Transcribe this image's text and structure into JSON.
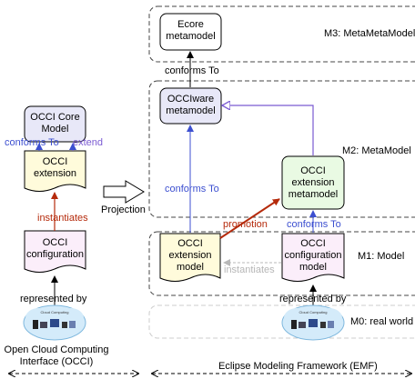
{
  "layers": {
    "m3": "M3: MetaMetaModel",
    "m2": "M2: MetaModel",
    "m1": "M1: Model",
    "m0": "M0: real world"
  },
  "boxes": {
    "ecore": [
      "Ecore",
      "metamodel"
    ],
    "occiware": [
      "OCCIware",
      "metamodel"
    ],
    "ext_meta": [
      "OCCI",
      "extension",
      "metamodel"
    ],
    "core": [
      "OCCI Core",
      "Model"
    ],
    "extension": [
      "OCCI",
      "extension"
    ],
    "configuration": [
      "OCCI",
      "configuration"
    ],
    "ext_model": [
      "OCCI",
      "extension",
      "model"
    ],
    "conf_model": [
      "OCCI",
      "configuration",
      "model"
    ]
  },
  "labels": {
    "conforms_top": "conforms To",
    "conforms_left": "conforms To",
    "extend": "extend",
    "instantiates": "instantiates",
    "projection": "Projection",
    "conforms_mid": "conforms To",
    "promotion": "promotion",
    "conforms_right": "conforms To",
    "instantiates_gray": "instantiates",
    "represented_left": "represented by",
    "represented_right": "represented by",
    "occi_interface": [
      "Open Cloud Computing",
      "Interface (OCCI)"
    ],
    "emf": "Eclipse Modeling Framework (EMF)"
  },
  "cloud_caption": "Cloud Computing",
  "colors": {
    "blue": "#3c4fd0",
    "purple": "#7a5ad2",
    "red": "#b52a0b",
    "gray": "#b6b6b6",
    "core_fill": "#e8e8f8",
    "ext_fill": "#fffbdb",
    "conf_fill": "#fbeefa",
    "ext_meta_fill": "#e9fae3"
  }
}
